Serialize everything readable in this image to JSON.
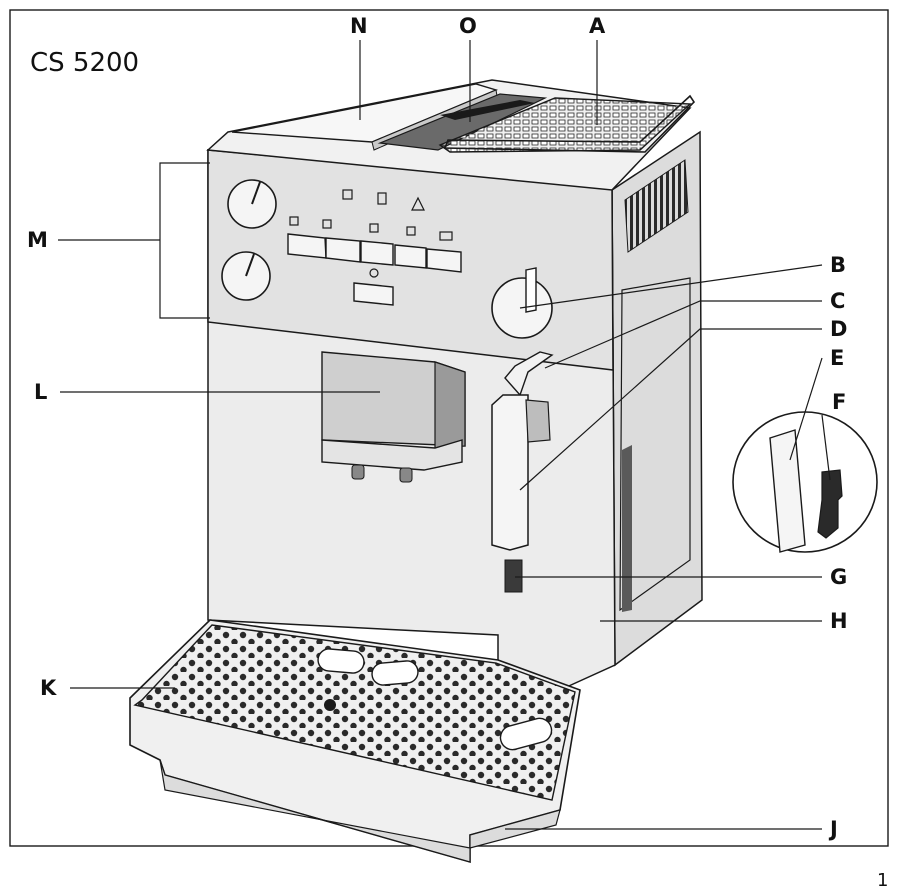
{
  "figure": {
    "model": "CS 5200",
    "page_number": "1",
    "callouts": {
      "A": "A",
      "B": "B",
      "C": "C",
      "D": "D",
      "E": "E",
      "F": "F",
      "G": "G",
      "H": "H",
      "J": "J",
      "K": "K",
      "L": "L",
      "M": "M",
      "N": "N",
      "O": "O"
    }
  },
  "colors": {
    "line": "#1a1a1a",
    "body": "#e9e9e9",
    "panel": "#dcdcdc",
    "shadow": "#bdbdbd",
    "dark": "#3a3a3a"
  }
}
